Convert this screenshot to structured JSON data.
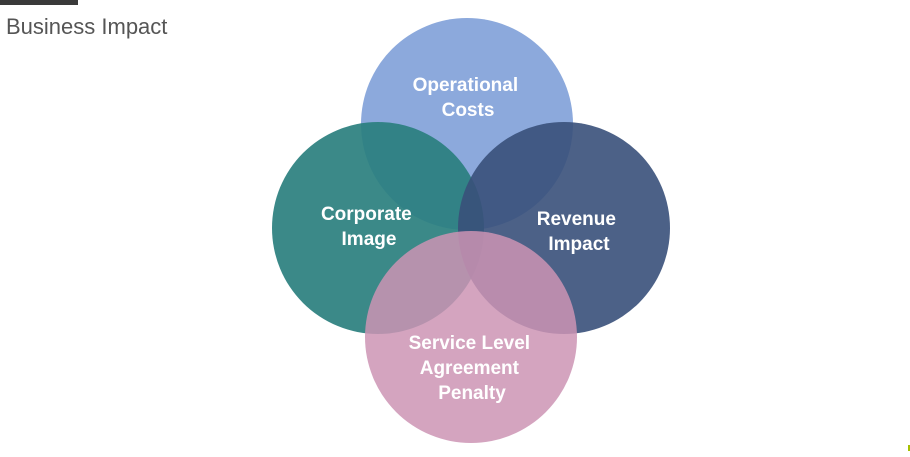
{
  "header": {
    "subtitle": "Business Impact"
  },
  "diagram": {
    "type": "venn",
    "colors": {
      "operational_costs": "#7396d4",
      "corporate_image": "#2a7f7e",
      "revenue_impact": "#39507a",
      "sla_penalty": "#cc94b4"
    },
    "circles": [
      {
        "id": "operational_costs",
        "lines": [
          "Operational",
          "Costs"
        ]
      },
      {
        "id": "corporate_image",
        "lines": [
          "Corporate",
          "Image"
        ]
      },
      {
        "id": "revenue_impact",
        "lines": [
          "Revenue",
          "Impact"
        ]
      },
      {
        "id": "sla_penalty",
        "lines": [
          "Service Level",
          "Agreement",
          "Penalty"
        ]
      }
    ]
  }
}
